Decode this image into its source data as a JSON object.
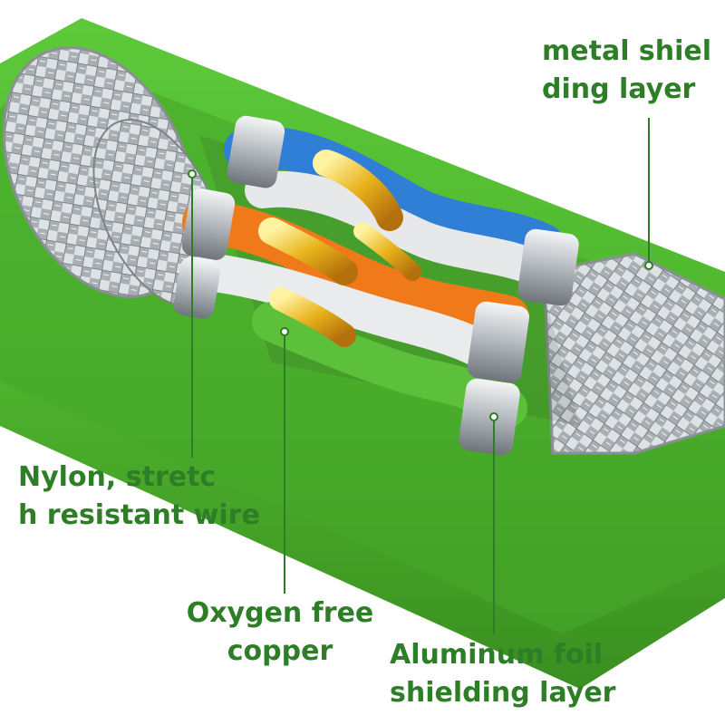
{
  "callouts": {
    "metal_shielding": {
      "line1": "metal shiel",
      "line2": "ding layer"
    },
    "nylon_wire": {
      "line1": "Nylon, stretc",
      "line2": "h resistant wire"
    },
    "oxygen_free_copper": {
      "line1": "Oxygen free",
      "line2": "copper"
    },
    "aluminum_foil": {
      "line1": "Aluminum foil",
      "line2": "shielding layer"
    }
  },
  "colors": {
    "jacket": "#4fb52e",
    "jacket_dark": "#3a8f20",
    "label": "#2e7d27",
    "braid": "#c9cdd1",
    "blue_wire": "#2f7fd6",
    "orange_wire": "#f07a1a",
    "green_wire": "#5cc03a",
    "copper": "#e8b21c"
  }
}
